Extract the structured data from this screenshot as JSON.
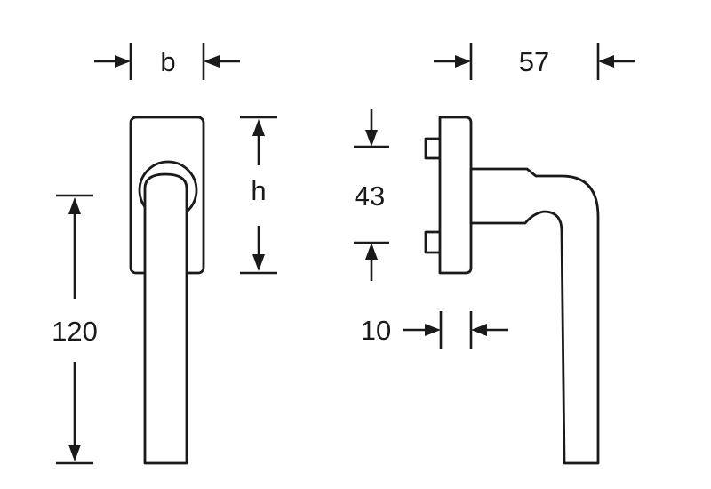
{
  "dimensions": {
    "width_label": "b",
    "height_label": "h",
    "length_label": "120",
    "projection_label": "57",
    "spacing_label": "43",
    "thickness_label": "10"
  },
  "colors": {
    "line": "#1a1a1a",
    "background": "#ffffff"
  }
}
